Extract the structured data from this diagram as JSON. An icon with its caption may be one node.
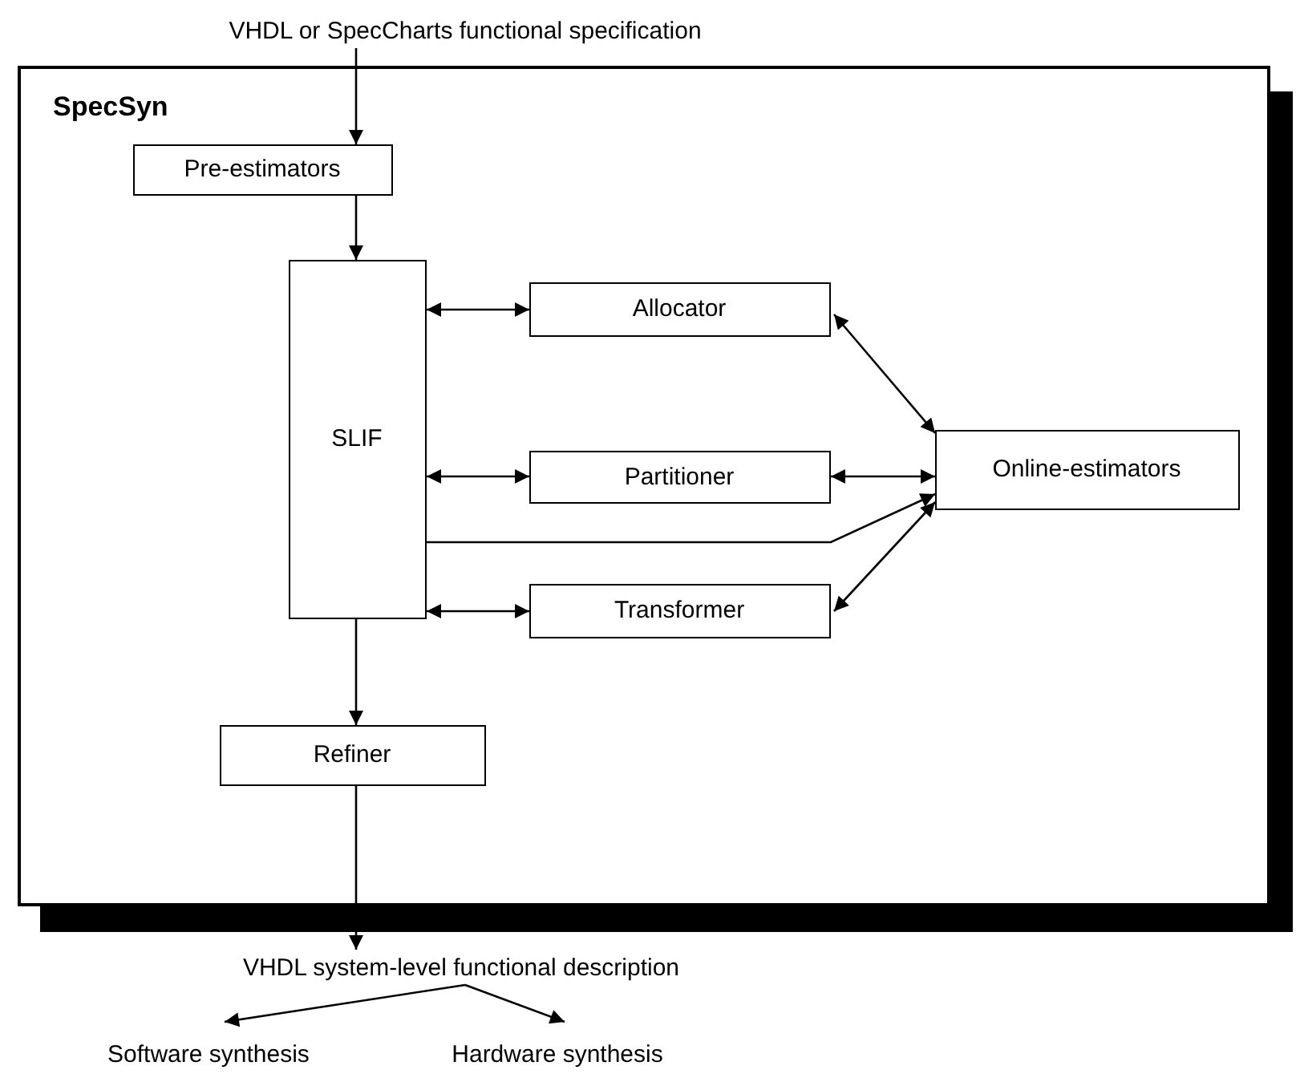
{
  "diagram": {
    "nodes": [
      {
        "text": [
          "VHDL or SpecCharts functional specification"
        ]
      },
      {
        "text": [
          "SpecSyn"
        ]
      },
      {
        "text": [
          "Pre-estimators"
        ],
        "in": 1
      },
      {
        "text": [
          "SLIF"
        ],
        "in": 1
      },
      {
        "text": [
          "Allocator"
        ],
        "in": 1
      },
      {
        "text": [
          "Partitioner"
        ],
        "in": 1
      },
      {
        "text": [
          "Transformer"
        ],
        "in": 1
      },
      {
        "text": [
          "Online-estimators"
        ],
        "in": 1
      },
      {
        "text": [
          "Refiner"
        ],
        "in": 1
      },
      {
        "text": [
          "VHDL system-level functional description"
        ]
      },
      {
        "text": [
          "Software synthesis"
        ]
      },
      {
        "text": [
          "Hardware synthesis"
        ]
      }
    ],
    "edges": [
      {
        "from": 0,
        "to": 2,
        "arrow": "to"
      },
      {
        "from": 2,
        "to": 3,
        "arrow": "to"
      },
      {
        "from": 3,
        "to": 4,
        "arrow": "both"
      },
      {
        "from": 3,
        "to": 5,
        "arrow": "both"
      },
      {
        "from": 3,
        "to": 6,
        "arrow": "both"
      },
      {
        "from": 4,
        "to": 7,
        "arrow": "both"
      },
      {
        "from": 5,
        "to": 7,
        "arrow": "both"
      },
      {
        "from": 3,
        "to": 7,
        "arrow": "to"
      },
      {
        "from": 6,
        "to": 7,
        "arrow": "both"
      },
      {
        "from": 3,
        "to": 8,
        "arrow": "to"
      },
      {
        "from": 8,
        "to": 9,
        "arrow": "to"
      },
      {
        "from": 9,
        "to": 10,
        "arrow": "to"
      },
      {
        "from": 9,
        "to": 11,
        "arrow": "to"
      }
    ]
  }
}
